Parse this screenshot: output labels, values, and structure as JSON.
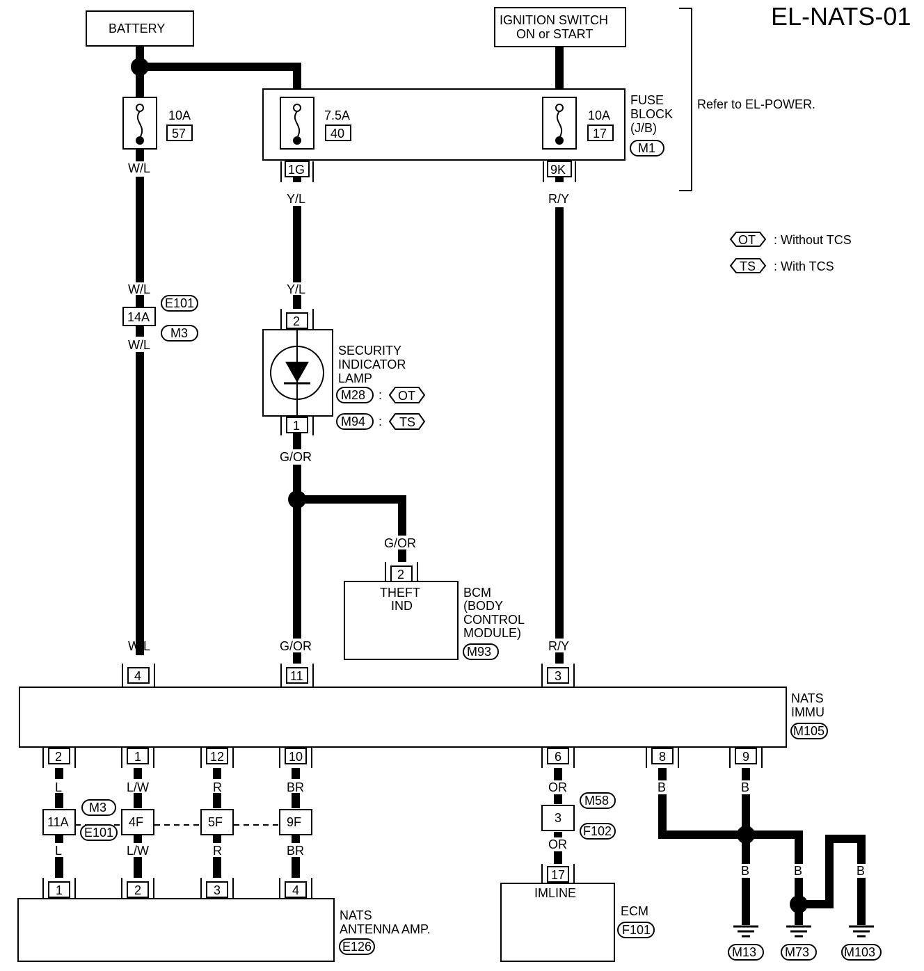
{
  "title": "EL-NATS-01",
  "refer_note": "Refer to EL-POWER.",
  "legend": [
    {
      "code": "OT",
      "text": ": Without TCS"
    },
    {
      "code": "TS",
      "text": ": With TCS"
    }
  ],
  "sources": {
    "battery": "BATTERY",
    "ignition_line1": "IGNITION SWITCH",
    "ignition_line2": "ON or START"
  },
  "fuse_block": {
    "label_line1": "FUSE",
    "label_line2": "BLOCK",
    "label_line3": "(J/B)",
    "connector": "M1",
    "fuses": [
      {
        "amp": "10A",
        "num": "57"
      },
      {
        "amp": "7.5A",
        "num": "40"
      },
      {
        "amp": "10A",
        "num": "17"
      }
    ],
    "terminals": [
      "1G",
      "9K"
    ]
  },
  "wires": {
    "wl": "W/L",
    "yl": "Y/L",
    "ry": "R/Y",
    "gor": "G/OR",
    "l": "L",
    "lw": "L/W",
    "r": "R",
    "br": "BR",
    "or": "OR",
    "b": "B"
  },
  "joint_14a": {
    "terminal": "14A",
    "conn_top": "E101",
    "conn_bottom": "M3"
  },
  "lamp": {
    "line1": "SECURITY",
    "line2": "INDICATOR",
    "line3": "LAMP",
    "pin_top": "2",
    "pin_bottom": "1",
    "conn_ot": "M28",
    "conn_ts": "M94",
    "sep": ":",
    "tag_ot": "OT",
    "tag_ts": "TS"
  },
  "bcm": {
    "pin": "2",
    "inner_line1": "THEFT",
    "inner_line2": "IND",
    "line1": "BCM",
    "line2": "(BODY",
    "line3": "CONTROL",
    "line4": "MODULE)",
    "connector": "M93"
  },
  "nats_immu": {
    "line1": "NATS",
    "line2": "IMMU",
    "connector": "M105",
    "top_pins": [
      "4",
      "11",
      "3"
    ],
    "bottom_pins": [
      "2",
      "1",
      "12",
      "10",
      "6",
      "8",
      "9"
    ]
  },
  "joint_row": {
    "terminals": [
      "11A",
      "4F",
      "5F",
      "9F"
    ],
    "conn_top": "M3",
    "conn_bottom": "E101"
  },
  "antenna": {
    "line1": "NATS",
    "line2": "ANTENNA AMP.",
    "connector": "E126",
    "pins": [
      "1",
      "2",
      "3",
      "4"
    ]
  },
  "or_joint": {
    "terminal": "3",
    "conn_top": "M58",
    "conn_bottom": "F102"
  },
  "ecm": {
    "pin": "17",
    "inner": "IMLINE",
    "label": "ECM",
    "connector": "F101"
  },
  "grounds": [
    "M13",
    "M73",
    "M103"
  ]
}
